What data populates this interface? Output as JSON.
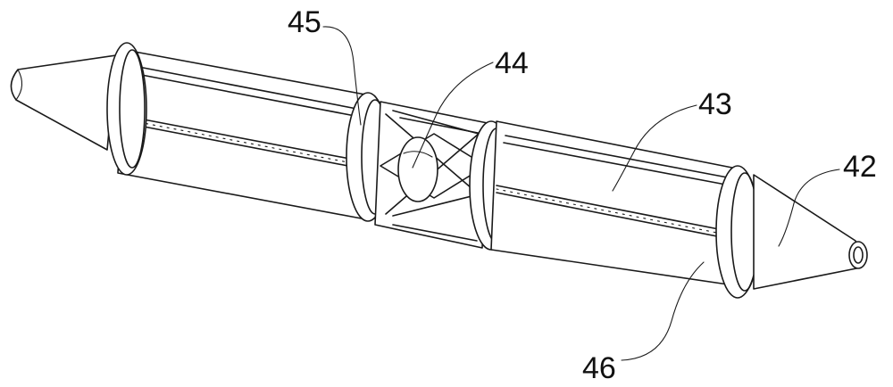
{
  "labels": {
    "l45": "45",
    "l44": "44",
    "l43": "43",
    "l42": "42",
    "l46": "46"
  }
}
